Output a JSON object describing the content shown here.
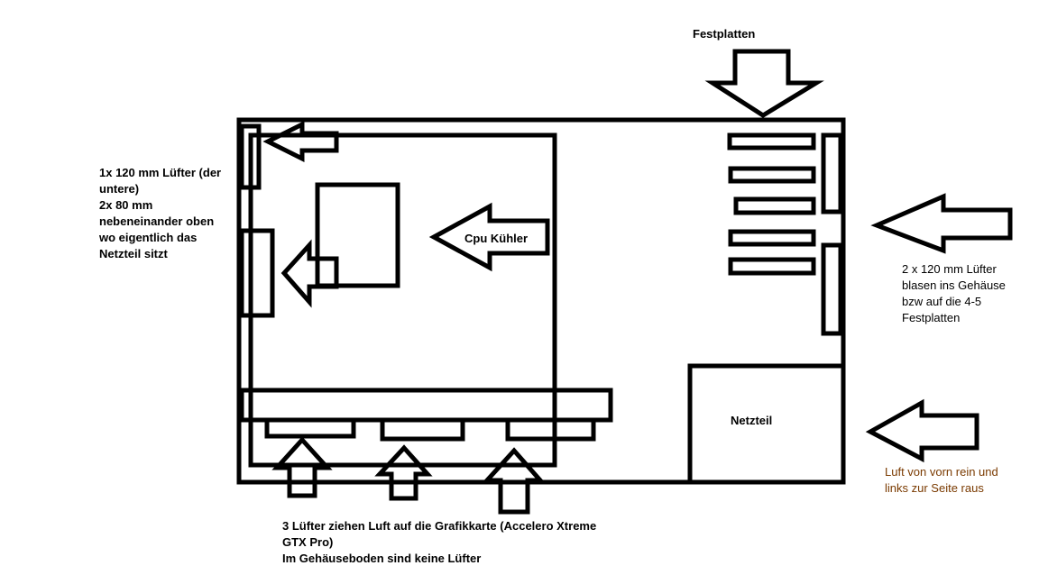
{
  "labels": {
    "festplatten": "Festplatten",
    "cpu_kuehler": "Cpu Kühler",
    "netzteil": "Netzteil",
    "left_note": [
      "1x 120 mm Lüfter (der",
      "untere)",
      "2x 80 mm",
      "nebeneinander oben",
      "wo eigentlich das",
      "Netzteil sitzt"
    ],
    "right_note": [
      "2 x 120 mm Lüfter",
      "blasen ins Gehäuse",
      "bzw auf die 4-5",
      "Festplatten"
    ],
    "front_note": [
      "Luft von vorn rein und",
      "links zur Seite raus"
    ],
    "bottom_note": [
      "3 Lüfter ziehen Luft auf die Grafikkarte (Accelero Xtreme",
      "GTX Pro)",
      "Im Gehäuseboden sind keine Lüfter"
    ]
  },
  "colors": {
    "stroke": "#000000",
    "front_note": "#7a3a00"
  }
}
